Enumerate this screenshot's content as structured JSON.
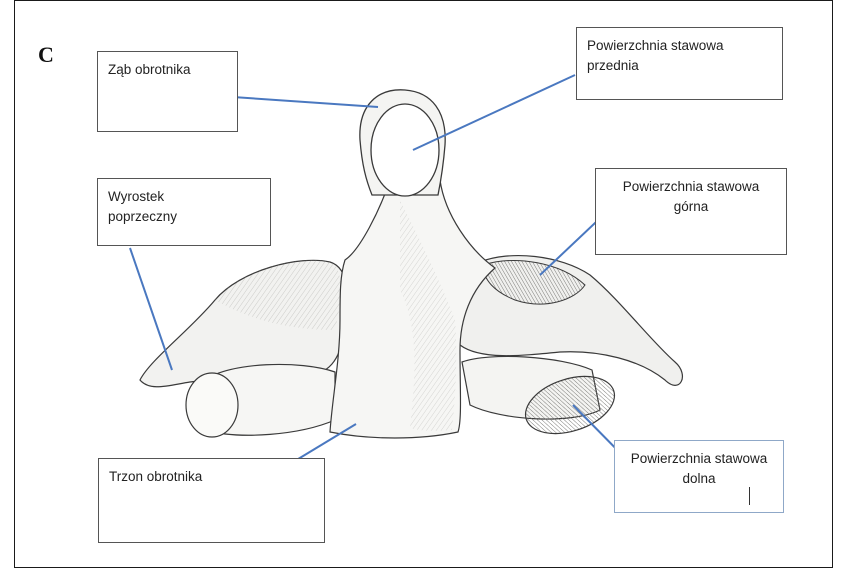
{
  "panel_letter": "C",
  "labels": {
    "dens": "Ząb obrotnika",
    "anterior_facet": "Powierzchnia stawowa\nprzednia",
    "transverse_process": "Wyrostek\npoprzeczny",
    "superior_facet": "Powierzchnia stawowa\ngórna",
    "body": "Trzon obrotnika",
    "inferior_facet": "Powierzchnia stawowa\ndolna"
  },
  "colors": {
    "leader_line": "#4a78c0",
    "frame": "#1a1a1a",
    "bone_fill": "#f4f4f2",
    "bone_shade": "#b9b9b6",
    "bone_outline": "#3a3a3a"
  }
}
